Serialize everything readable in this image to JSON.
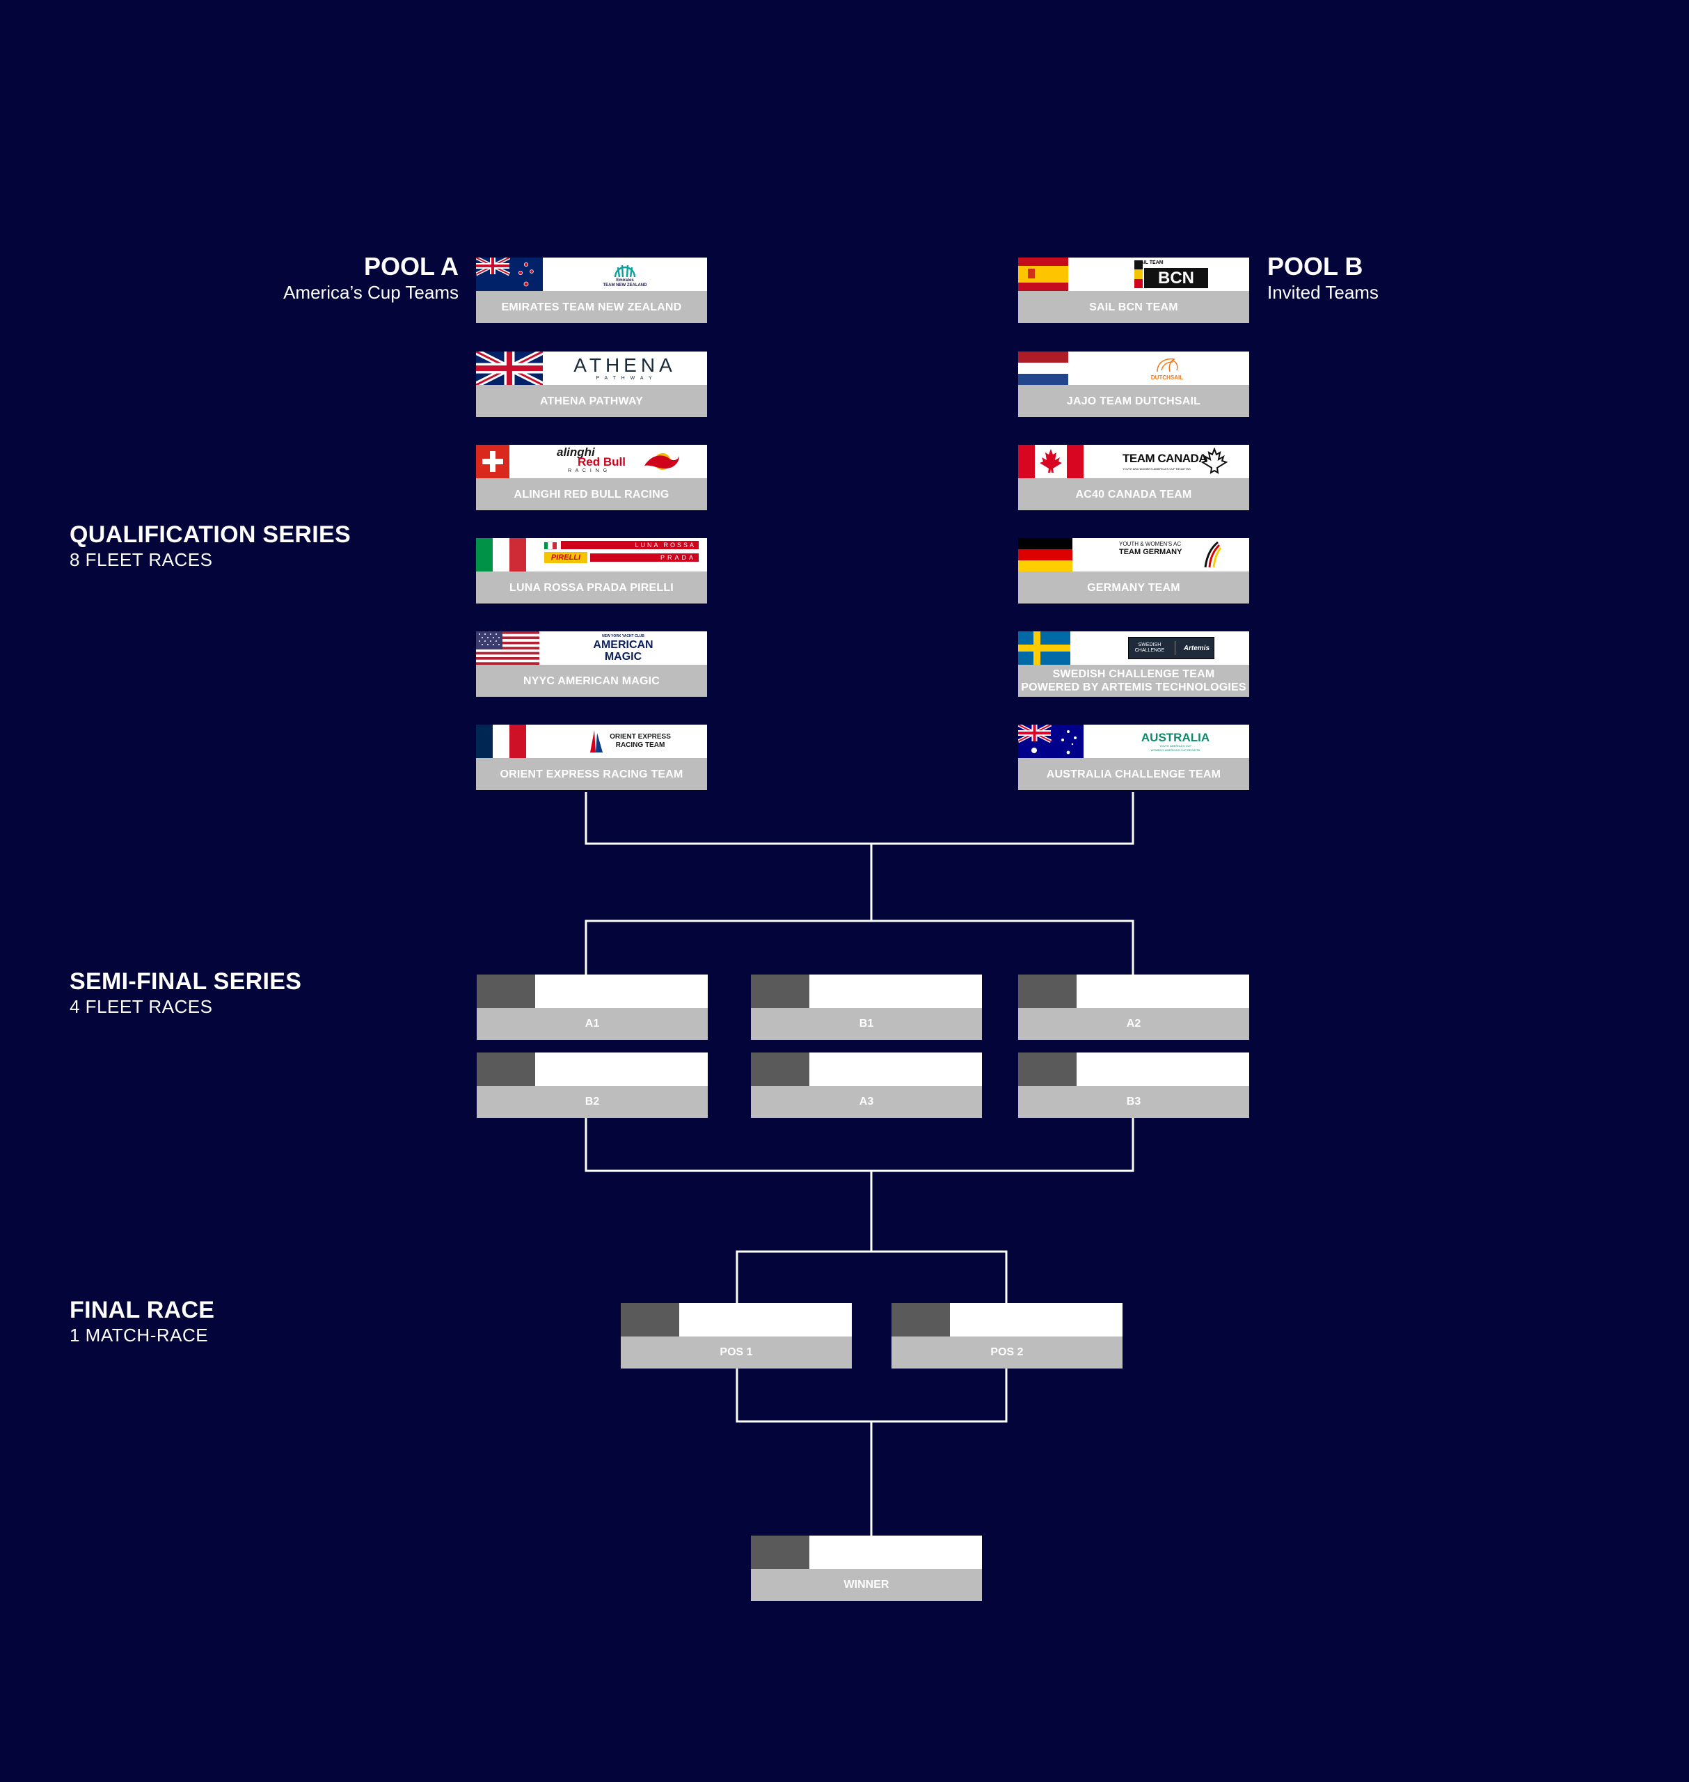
{
  "pools": {
    "a": {
      "title": "POOL A",
      "subtitle": "America’s Cup Teams"
    },
    "b": {
      "title": "POOL B",
      "subtitle": "Invited Teams"
    }
  },
  "stages": {
    "qualification": {
      "title": "QUALIFICATION SERIES",
      "subtitle": "8 FLEET RACES"
    },
    "semi": {
      "title": "SEMI-FINAL SERIES",
      "subtitle": "4 FLEET RACES"
    },
    "final": {
      "title": "FINAL RACE",
      "subtitle": "1 MATCH-RACE"
    }
  },
  "pool_a_teams": [
    {
      "name": "EMIRATES TEAM NEW ZEALAND",
      "flag": "new-zealand-flag",
      "logo_lines": [
        "Emirates",
        "TEAM NEW ZEALAND"
      ]
    },
    {
      "name": "ATHENA PATHWAY",
      "flag": "united-kingdom-flag",
      "logo_lines": [
        "ATHENA",
        "P A T H W A Y"
      ]
    },
    {
      "name": "ALINGHI RED BULL RACING",
      "flag": "switzerland-flag",
      "logo_lines": [
        "alinghi",
        "Red Bull",
        "R A C I N G"
      ]
    },
    {
      "name": "LUNA ROSSA PRADA PIRELLI",
      "flag": "italy-flag",
      "logo_lines": [
        "LUNA ROSSA",
        "PIRELLI",
        "PRADA"
      ]
    },
    {
      "name": "NYYC AMERICAN MAGIC",
      "flag": "usa-flag",
      "logo_lines": [
        "NEW YORK YACHT CLUB",
        "AMERICAN",
        "MAGIC"
      ]
    },
    {
      "name": "ORIENT EXPRESS RACING TEAM",
      "flag": "france-flag",
      "logo_lines": [
        "ORIENT EXPRESS",
        "RACING TEAM"
      ]
    }
  ],
  "pool_b_teams": [
    {
      "name": "SAIL BCN TEAM",
      "flag": "spain-flag",
      "logo_lines": [
        "SAIL TEAM",
        "BCN"
      ]
    },
    {
      "name": "JAJO TEAM DUTCHSAIL",
      "flag": "netherlands-flag",
      "logo_lines": [
        "DUTCHSAIL"
      ]
    },
    {
      "name": "AC40 CANADA TEAM",
      "flag": "canada-flag",
      "logo_lines": [
        "TEAM CANADA",
        "YOUTH AND WOMEN'S AMERICA'S CUP REGATTAS"
      ]
    },
    {
      "name": "GERMANY TEAM",
      "flag": "germany-flag",
      "logo_lines": [
        "YOUTH & WOMEN'S AC",
        "TEAM GERMANY"
      ]
    },
    {
      "name": "SWEDISH CHALLENGE TEAM\nPOWERED BY ARTEMIS TECHNOLOGIES",
      "name_line1": "SWEDISH CHALLENGE TEAM",
      "name_line2": "POWERED BY ARTEMIS TECHNOLOGIES",
      "flag": "sweden-flag",
      "logo_lines": [
        "SWEDISH CHALLENGE",
        "Artemis"
      ]
    },
    {
      "name": "AUSTRALIA CHALLENGE TEAM",
      "flag": "australia-flag",
      "logo_lines": [
        "AUSTRALIA",
        "YOUTH AMERICA'S CUP",
        "WOMEN'S AMERICA'S CUP REGATTA"
      ]
    }
  ],
  "semi_slots": [
    "A1",
    "B1",
    "A2",
    "B2",
    "A3",
    "B3"
  ],
  "final_slots": [
    "POS 1",
    "POS 2"
  ],
  "winner_label": "WINNER",
  "colors": {
    "background": "#03043a",
    "card_label": "#bdbdbd",
    "slot_grey": "#5a5a5a",
    "connector": "#ffffff"
  }
}
